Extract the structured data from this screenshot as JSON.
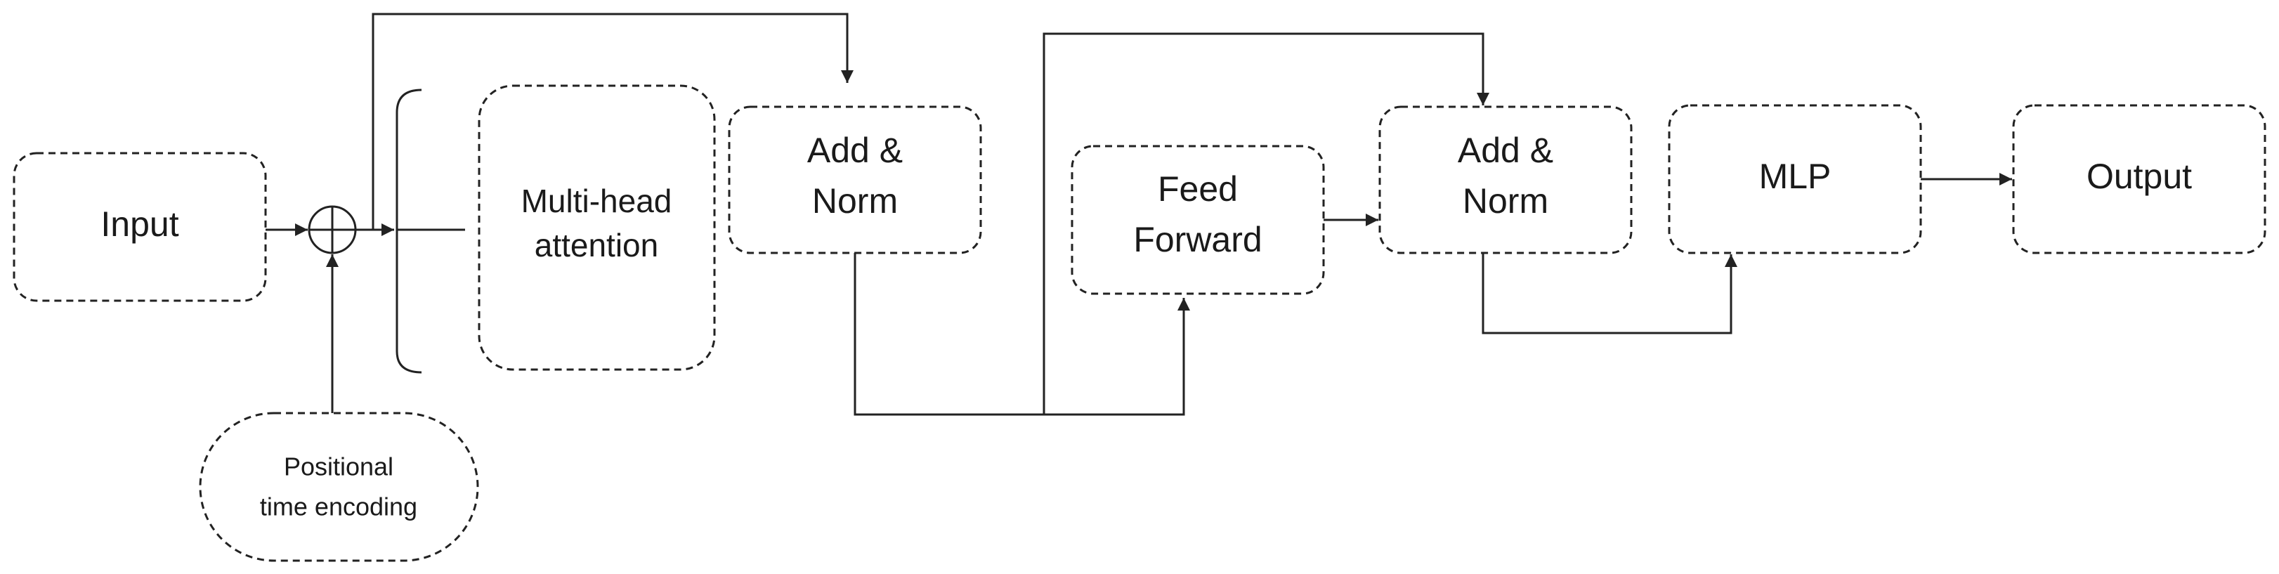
{
  "diagram": {
    "nodes": {
      "input": {
        "label": "Input"
      },
      "positional": {
        "line1": "Positional",
        "line2": "time encoding"
      },
      "attention": {
        "line1": "Multi-head",
        "line2": "attention"
      },
      "add_norm_1": {
        "line1": "Add &",
        "line2": "Norm"
      },
      "feed_forward": {
        "line1": "Feed",
        "line2": "Forward"
      },
      "add_norm_2": {
        "line1": "Add &",
        "line2": "Norm"
      },
      "mlp": {
        "label": "MLP"
      },
      "output": {
        "label": "Output"
      }
    },
    "sum_symbol": "⊕",
    "colors": {
      "stroke": "#222222",
      "text": "#1a1a1a",
      "background": "#ffffff"
    }
  }
}
